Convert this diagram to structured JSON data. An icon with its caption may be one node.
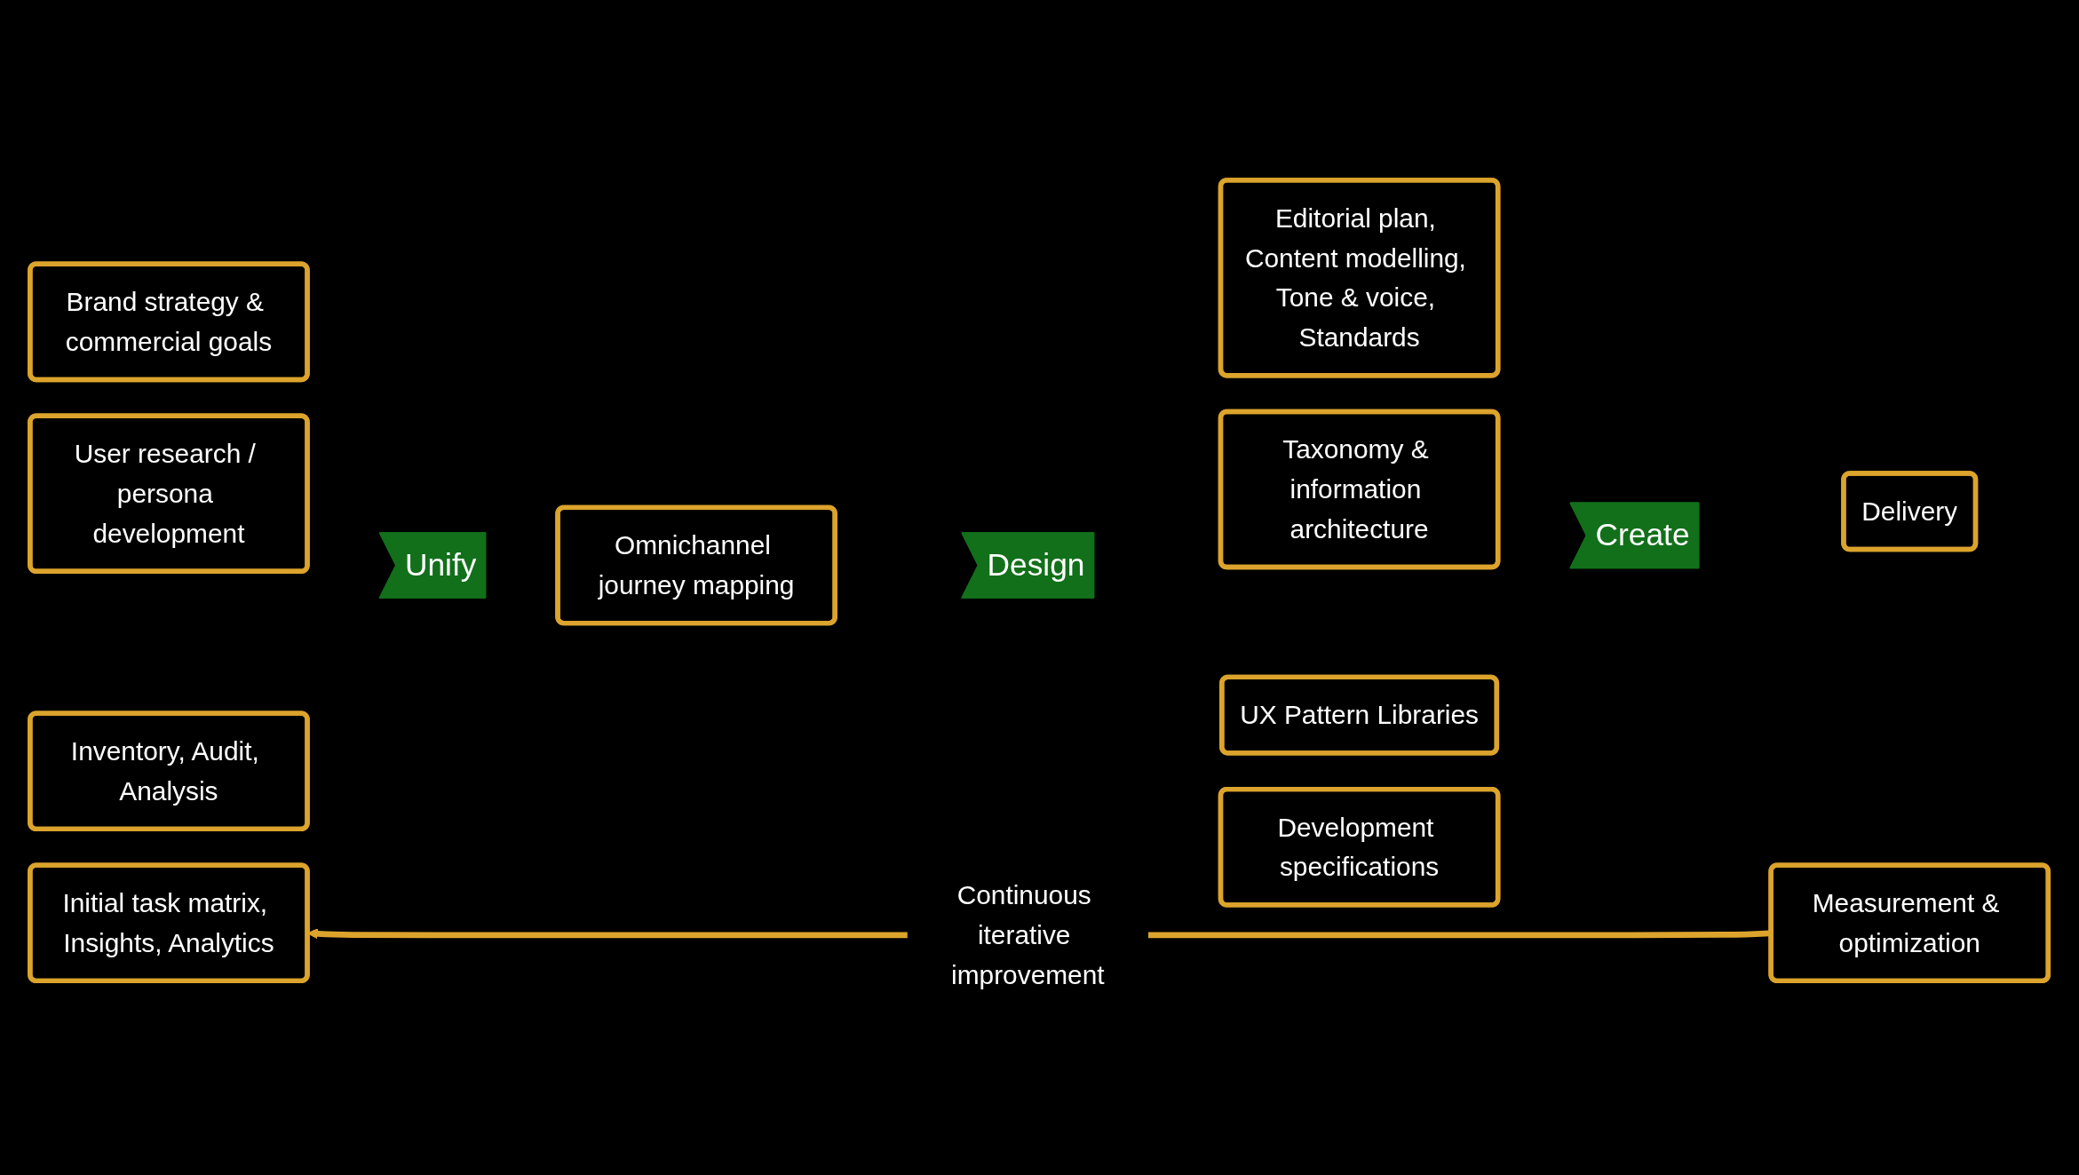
{
  "diagram": {
    "nodes": [
      {
        "text": [
          "Brand strategy & commercial goals"
        ]
      },
      {
        "text": [
          "User research / persona development"
        ]
      },
      {
        "text": [
          "Inventory, Audit, Analysis"
        ]
      },
      {
        "text": [
          "Initial task matrix, Insights, Analytics"
        ]
      },
      {
        "text": [
          "Unify"
        ]
      },
      {
        "text": [
          "Omnichannel journey mapping"
        ]
      },
      {
        "text": [
          "Design"
        ]
      },
      {
        "text": [
          "Editorial plan, Content modelling, Tone & voice, Standards"
        ]
      },
      {
        "text": [
          "Taxonomy & information architecture"
        ]
      },
      {
        "text": [
          "UX Pattern Libraries"
        ]
      },
      {
        "text": [
          "Development specifications"
        ]
      },
      {
        "text": [
          "Create"
        ]
      },
      {
        "text": [
          "Delivery"
        ]
      },
      {
        "text": [
          "Measurement & optimization"
        ]
      }
    ],
    "edges": [
      {
        "from": 13,
        "to": 3,
        "arrow": "to",
        "label": "Continuous iterative improvement",
        "color": "#dca42c"
      }
    ]
  }
}
